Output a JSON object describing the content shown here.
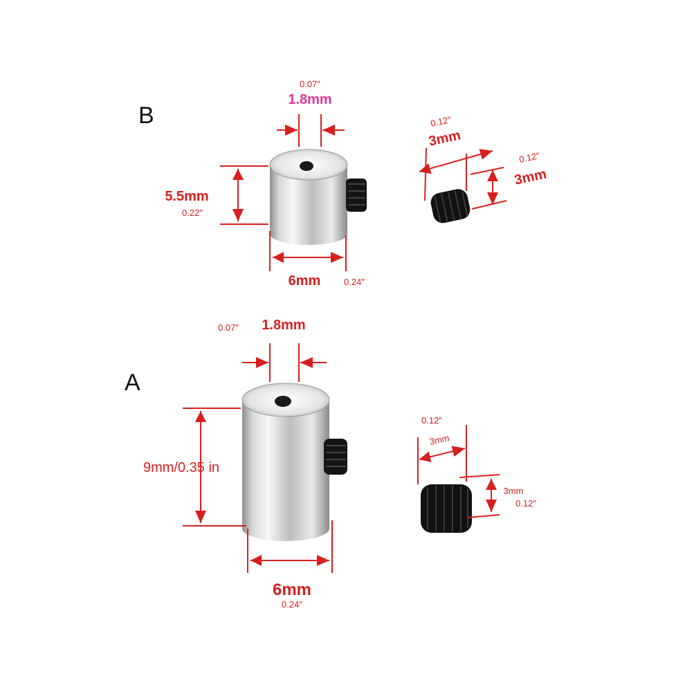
{
  "variant_b": {
    "label": "B",
    "hole_in": "0.07″",
    "hole_mm": "1.8mm",
    "height_mm": "5.5mm",
    "height_in": "0.22″",
    "width_mm": "6mm",
    "width_in": "0.24″",
    "screw_len_in": "0.12″",
    "screw_len_mm": "3mm",
    "screw_dia_in": "0.12″",
    "screw_dia_mm": "3mm"
  },
  "variant_a": {
    "label": "A",
    "hole_in": "0.07″",
    "hole_mm": "1.8mm",
    "height": "9mm/0.35 in",
    "width_mm": "6mm",
    "width_in": "0.24″",
    "screw_len_in": "0.12″",
    "screw_len_mm": "3mm",
    "screw_dia_mm": "3mm",
    "screw_dia_in": "0.12″"
  },
  "colors": {
    "dimension": "#d81e1e",
    "highlight": "#e0359a",
    "metal": "#c9c9c9",
    "screw": "#111111"
  }
}
